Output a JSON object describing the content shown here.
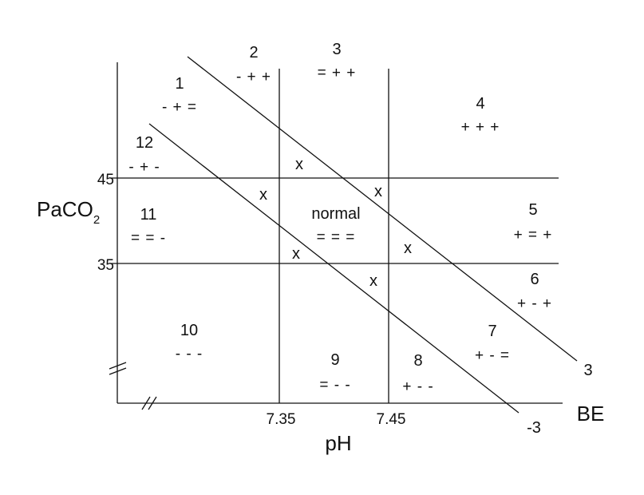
{
  "axes": {
    "y_title": "PaCO",
    "y_title_sub": "2",
    "x_title": "pH",
    "be_label": "BE",
    "y_ticks": [
      "45",
      "35"
    ],
    "x_ticks": [
      "7.35",
      "7.45"
    ]
  },
  "be_lines": {
    "upper": "3",
    "lower": "-3"
  },
  "regions": [
    {
      "num": "1",
      "code": "- + ="
    },
    {
      "num": "2",
      "code": "- + +"
    },
    {
      "num": "3",
      "code": "= + +"
    },
    {
      "num": "4",
      "code": "+ + +"
    },
    {
      "num": "5",
      "code": "+ = +"
    },
    {
      "num": "6",
      "code": "+ - +"
    },
    {
      "num": "7",
      "code": "+ - ="
    },
    {
      "num": "8",
      "code": "+ - -"
    },
    {
      "num": "9",
      "code": "= - -"
    },
    {
      "num": "10",
      "code": "- - -"
    },
    {
      "num": "11",
      "code": "= = -"
    },
    {
      "num": "12",
      "code": "- + -"
    }
  ],
  "normal": {
    "label": "normal",
    "code": "= = ="
  },
  "intersections": [
    "x",
    "x",
    "x",
    "x",
    "x",
    "x"
  ]
}
